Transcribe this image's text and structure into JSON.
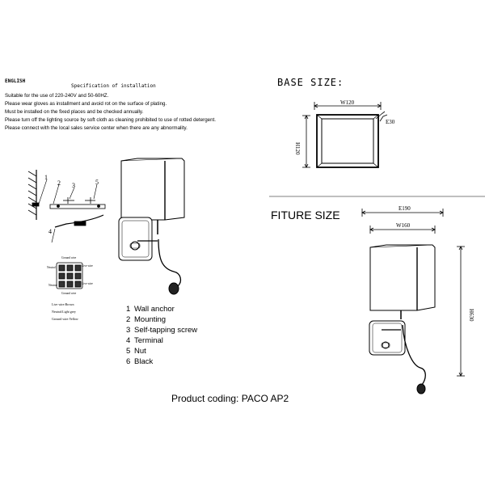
{
  "instructions": {
    "language": "ENGLISH",
    "title": "Specification of installation",
    "lines": [
      "Suitable for the use of 220-240V and 50-60HZ.",
      "Please wear gloves as installment and avoid rot on the surface of plating.",
      "Must be installed on the fixed places and be checked annually.",
      "Please turn off the lighting source by soft cloth as cleaning prohibited to use of rotted detergent.",
      "Please connect with the local sales service center when there are any abnormality."
    ]
  },
  "base": {
    "title": "BASE SIZE:",
    "width_label": "W120",
    "height_label": "H120",
    "depth_label": "E30"
  },
  "fixture": {
    "title": "FITURE SIZE",
    "depth_label": "E190",
    "width_label": "W160",
    "height_label": "H630"
  },
  "diagram": {
    "callouts": [
      "1",
      "2",
      "3",
      "4",
      "5"
    ],
    "terminal_labels": {
      "ground_top": "Ground wire",
      "neutral": "Neutral",
      "live": "Live wire",
      "neutral2": "Neutral",
      "live2": "Live wire",
      "ground_bottom": "Ground wire"
    },
    "wire_notes": [
      "Live wire:Brown",
      "Neutral:Light grey",
      "Ground wire:Yellow"
    ]
  },
  "parts": [
    {
      "num": "1",
      "label": "Wall anchor"
    },
    {
      "num": "2",
      "label": "Mounting"
    },
    {
      "num": "3",
      "label": "Self-tapping screw"
    },
    {
      "num": "4",
      "label": "Terminal"
    },
    {
      "num": "5",
      "label": "Nut"
    },
    {
      "num": "6",
      "label": "Black"
    }
  ],
  "product_coding": "Product coding: PACO AP2"
}
